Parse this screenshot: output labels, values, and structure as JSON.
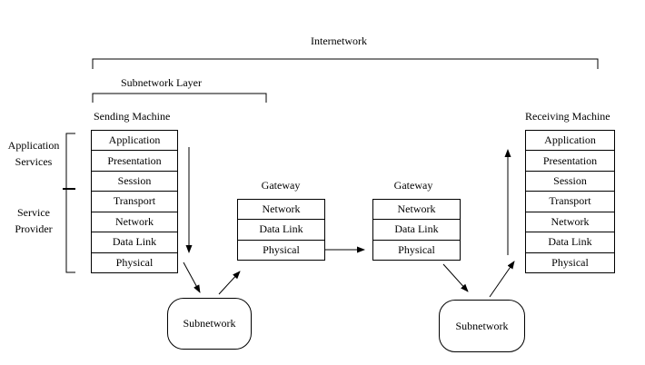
{
  "labels": {
    "internetwork": "Internetwork",
    "subnetwork_layer": "Subnetwork Layer",
    "application_services_line1": "Application",
    "application_services_line2": "Services",
    "service_provider_line1": "Service",
    "service_provider_line2": "Provider"
  },
  "stacks": {
    "sending": {
      "title": "Sending Machine",
      "layers": [
        "Application",
        "Presentation",
        "Session",
        "Transport",
        "Network",
        "Data Link",
        "Physical"
      ]
    },
    "gateway1": {
      "title": "Gateway",
      "layers": [
        "Network",
        "Data Link",
        "Physical"
      ]
    },
    "gateway2": {
      "title": "Gateway",
      "layers": [
        "Network",
        "Data Link",
        "Physical"
      ]
    },
    "receiving": {
      "title": "Receiving Machine",
      "layers": [
        "Application",
        "Presentation",
        "Session",
        "Transport",
        "Network",
        "Data Link",
        "Physical"
      ]
    }
  },
  "subnetworks": {
    "left": "Subnetwork",
    "right": "Subnetwork"
  },
  "colors": {
    "line": "#000000",
    "background": "#ffffff"
  }
}
